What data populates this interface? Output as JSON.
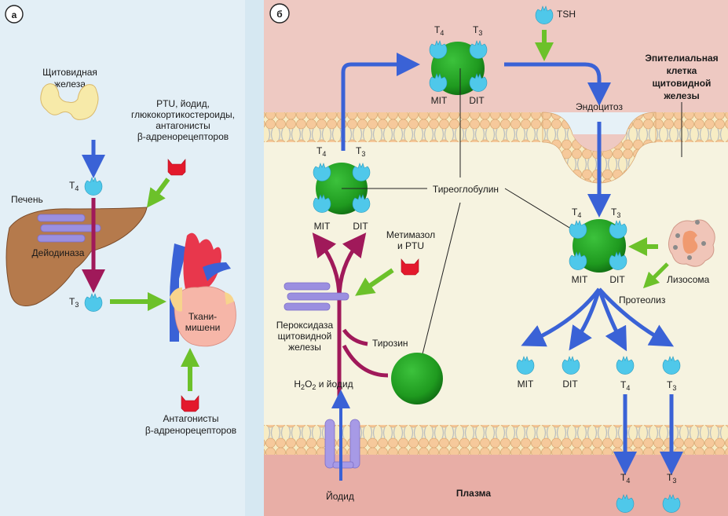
{
  "figure": {
    "panel_a": {
      "marker": "а",
      "thyroid_label": [
        "Щитовидная",
        "железа"
      ],
      "inhibitors_label": [
        "PTU, йодид,",
        "глюкокортикостероиды,",
        "антагонисты",
        "β-адренорецепторов"
      ],
      "t4": {
        "main": "T",
        "sub": "4"
      },
      "t3": {
        "main": "T",
        "sub": "3"
      },
      "liver_label": "Печень",
      "deiodinase_label": "Дейодиназа",
      "target_tissue_label": [
        "Ткани-",
        "мишени"
      ],
      "beta_blockers_label": [
        "Антагонисты",
        "β-адренорецепторов"
      ]
    },
    "panel_b": {
      "marker": "б",
      "tsh_label": "TSH",
      "epithelial_label": [
        "Эпителиальная",
        "клетка",
        "щитовидной",
        "железы"
      ],
      "endocytosis_label": "Эндоцитоз",
      "thyroglobulin_label": "Тиреоглобулин",
      "methimazole_label": [
        "Метимазол",
        "и PTU"
      ],
      "peroxidase_label": [
        "Пероксидаза",
        "щитовидной",
        "железы"
      ],
      "tyrosine_label": "Тирозин",
      "h2o2_label": {
        "p1": "H",
        "s1": "2",
        "p2": "O",
        "s2": "2",
        "p3": " и йодид"
      },
      "iodide_label": "Йодид",
      "plasma_label": "Плазма",
      "lysosome_label": "Лизосома",
      "proteolysis_label": "Протеолиз",
      "mit": "MIT",
      "dit": "DIT",
      "t4": {
        "main": "T",
        "sub": "4"
      },
      "t3": {
        "main": "T",
        "sub": "3"
      }
    },
    "colors": {
      "panel_a_bg": "#e3eff6",
      "colloid_bg": "#eec9c2",
      "cell_bg": "#f6f3e0",
      "plasma_bg": "#e8aea6",
      "hormone_blue": "#4fc8ea",
      "transport_arrow": "#3a62d6",
      "synthesis_arrow": "#a0195a",
      "effect_arrow": "#6cc12a",
      "inhibitor_red": "#e3192c",
      "thyroglobulin_green": "#1f9a1f",
      "enzyme_purple": "#9b8fe0",
      "liver_brown": "#b57a4c"
    }
  }
}
